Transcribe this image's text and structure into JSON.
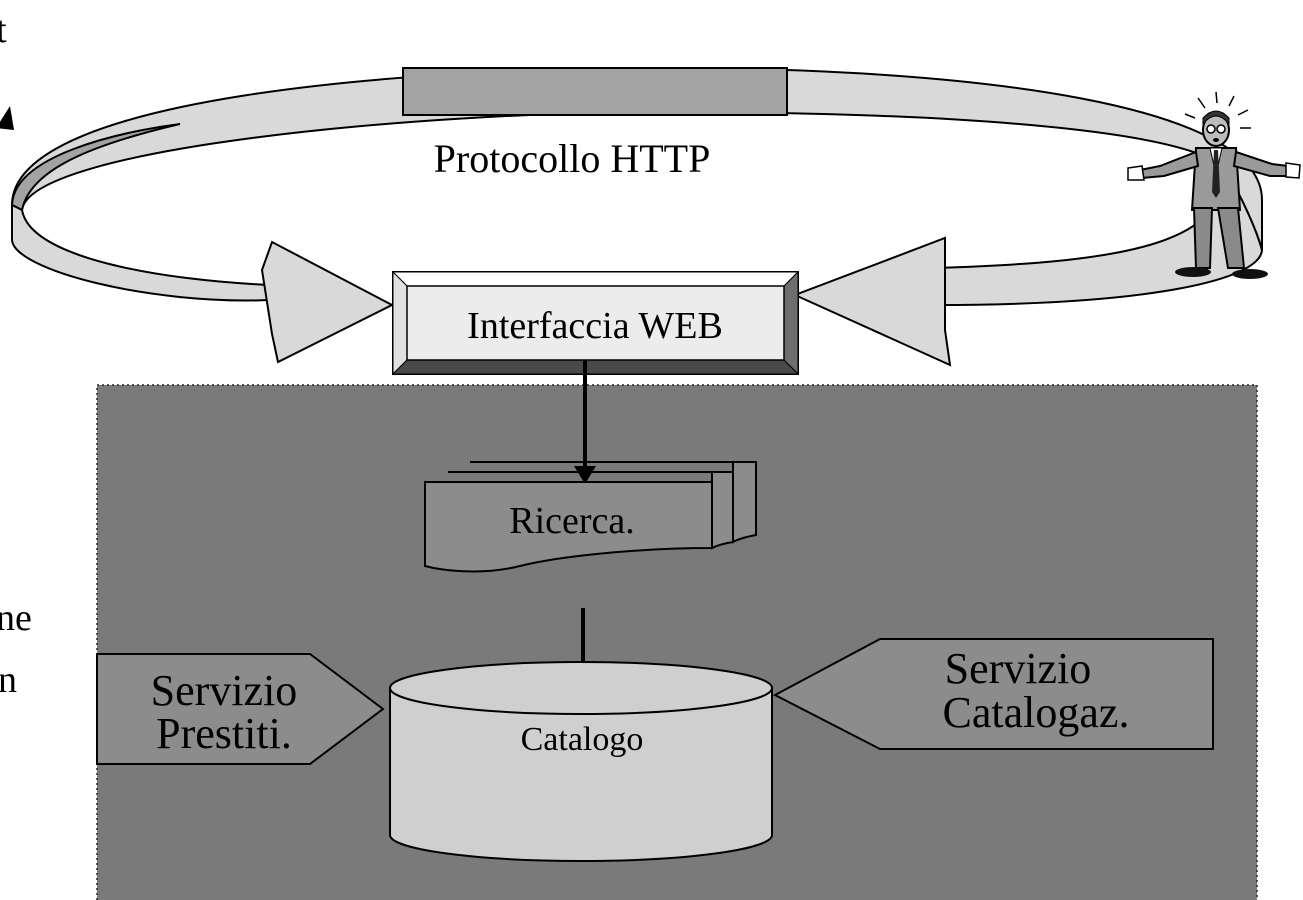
{
  "diagram": {
    "edge_fragments": {
      "top_left": "t",
      "mid_left_1": "ne",
      "mid_left_2": "n"
    },
    "protocol_label": "Protocollo HTTP",
    "web_interface_label": "Interfaccia WEB",
    "search_label": "Ricerca.",
    "catalog_label": "Catalogo",
    "loans_service": {
      "line1": "Servizio",
      "line2": "Prestiti."
    },
    "cataloging_service": {
      "line1": "Servizio",
      "line2": "Catalogaz."
    },
    "person_icon": "businessman-clipart-icon"
  },
  "colors": {
    "server_area": "#7a7a7a",
    "band_light": "#d9d9d9",
    "band_mid": "#a3a3a3",
    "service_arrow": "#8c8c8c",
    "catalog": "#cfcfcf",
    "interface_box": "#ececec"
  }
}
